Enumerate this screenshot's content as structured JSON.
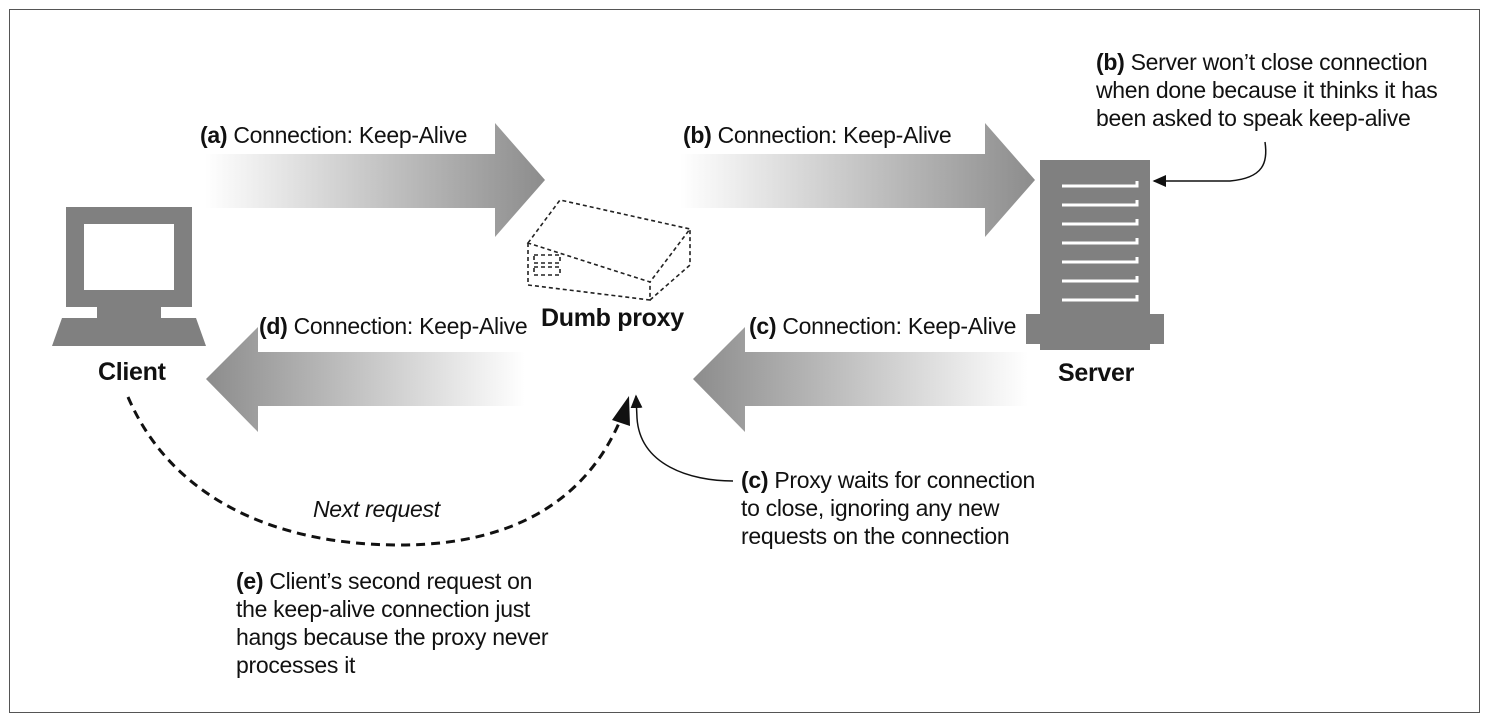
{
  "nodes": {
    "client": "Client",
    "proxy": "Dumb proxy",
    "server": "Server"
  },
  "messages": {
    "a": {
      "tag": "(a)",
      "text": "Connection: Keep-Alive"
    },
    "b": {
      "tag": "(b)",
      "text": "Connection: Keep-Alive"
    },
    "c": {
      "tag": "(c)",
      "text": "Connection: Keep-Alive"
    },
    "d": {
      "tag": "(d)",
      "text": "Connection: Keep-Alive"
    }
  },
  "next_request": "Next request",
  "notes": {
    "b": {
      "tag": "(b)",
      "lines": [
        "Server won’t close connection",
        "when done because it thinks it has",
        "been asked to speak keep-alive"
      ]
    },
    "c": {
      "tag": "(c)",
      "lines": [
        "Proxy waits for connection",
        "to close, ignoring any new",
        "requests on the connection"
      ]
    },
    "e": {
      "tag": "(e)",
      "lines": [
        "Client’s second request on",
        "the keep-alive connection just",
        "hangs because the proxy never",
        "processes it"
      ]
    }
  },
  "colors": {
    "arrow": "#8c8c8c",
    "device": "#808080",
    "ink": "#111111"
  }
}
